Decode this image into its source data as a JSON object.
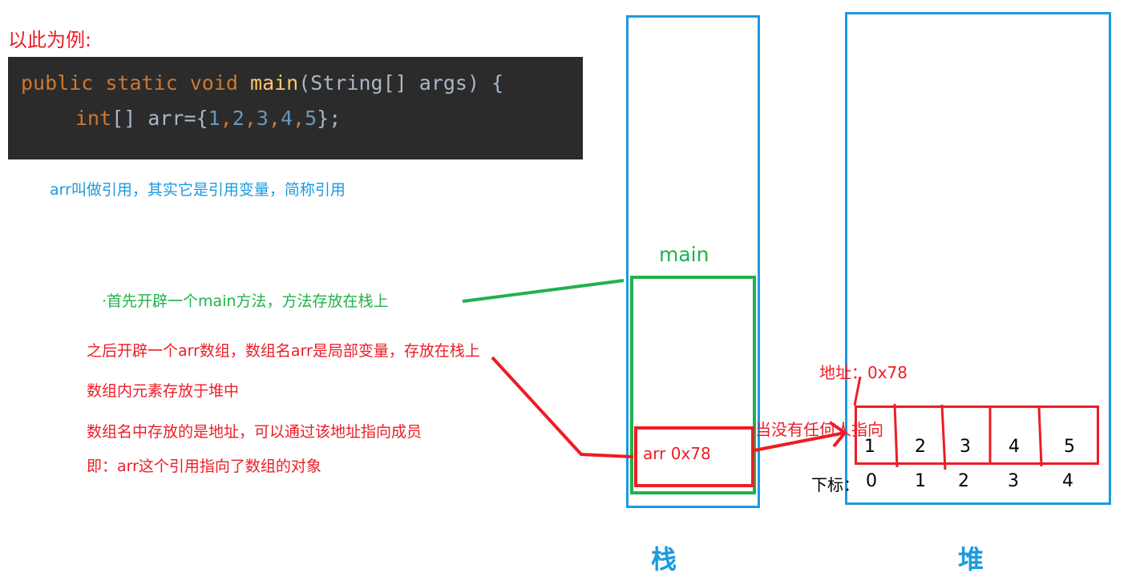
{
  "title": "以此为例:",
  "code": {
    "line1": {
      "kw1": "public",
      "kw2": "static",
      "kw3": "void",
      "fn": "main",
      "rest": "(String[] args) {"
    },
    "line2": {
      "kw": "int",
      "br": "[] arr=",
      "open": "{",
      "nums": [
        "1",
        "2",
        "3",
        "4",
        "5"
      ],
      "close": "};"
    }
  },
  "note_reference": "arr叫做引用，其实它是引用变量，简称引用",
  "note_main": "·首先开辟一个main方法，方法存放在栈上",
  "note_arr": "之后开辟一个arr数组，数组名arr是局部变量，存放在栈上",
  "note_heap": "数组内元素存放于堆中",
  "note_address": "数组名中存放的是地址，可以通过该地址指向成员",
  "note_object": "即：arr这个引用指向了数组的对象",
  "stack": {
    "label": "栈",
    "frame_label": "main",
    "var": "arr  0x78"
  },
  "heap": {
    "label": "堆",
    "address": "地址：0x78",
    "annotation": "当没有任何人指向",
    "values": [
      "1",
      "2",
      "3",
      "4",
      "5"
    ],
    "index_label": "下标：",
    "indices": [
      "0",
      "1",
      "2",
      "3",
      "4"
    ]
  },
  "colors": {
    "blue": "#1a9be0",
    "green": "#22b14c",
    "red": "#ee1c25"
  }
}
